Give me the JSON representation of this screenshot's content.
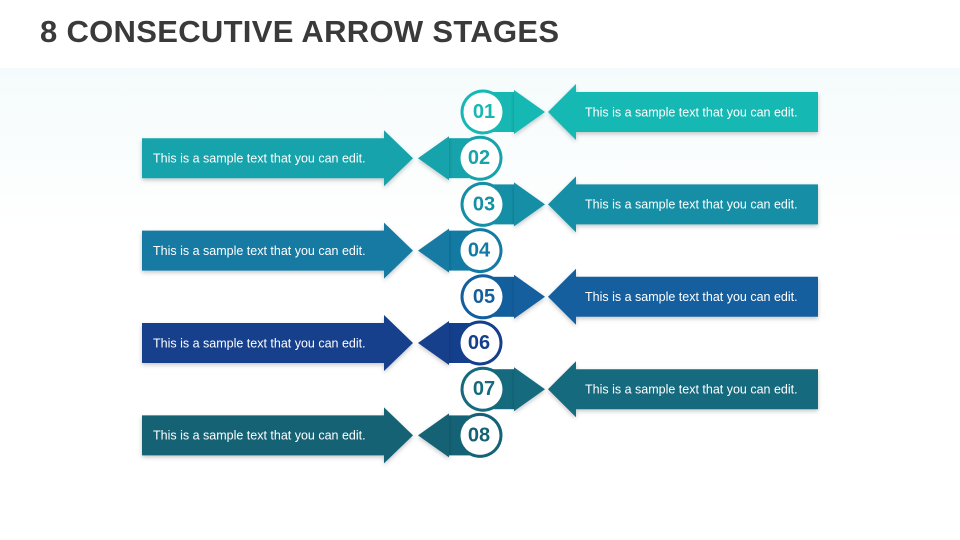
{
  "title": "8 CONSECUTIVE ARROW STAGES",
  "stages": [
    {
      "number": "01",
      "text": "This is a sample text that you can edit.",
      "side": "right",
      "color": "#17b8b3"
    },
    {
      "number": "02",
      "text": "This is a sample text that you can edit.",
      "side": "left",
      "color": "#16a3ab"
    },
    {
      "number": "03",
      "text": "This is a sample text that you can edit.",
      "side": "right",
      "color": "#148fa6"
    },
    {
      "number": "04",
      "text": "This is a sample text that you can edit.",
      "side": "left",
      "color": "#137aa3"
    },
    {
      "number": "05",
      "text": "This is a sample text that you can edit.",
      "side": "right",
      "color": "#135f9e"
    },
    {
      "number": "06",
      "text": "This is a sample text that you can edit.",
      "side": "left",
      "color": "#143f8c"
    },
    {
      "number": "07",
      "text": "This is a sample text that you can edit.",
      "side": "right",
      "color": "#156a7e"
    },
    {
      "number": "08",
      "text": "This is a sample text that you can edit.",
      "side": "left",
      "color": "#146275"
    }
  ]
}
